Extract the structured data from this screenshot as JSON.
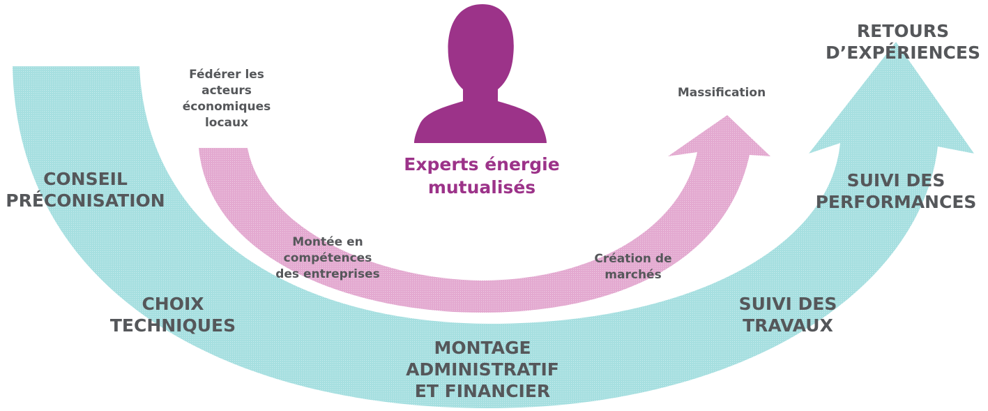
{
  "colors": {
    "outer_arrow": "#a6dfe0",
    "inner_arrow": "#e3a9d0",
    "person": "#9c3389",
    "text": "#55575a",
    "expert_text": "#9c3389"
  },
  "center": {
    "icon": "person-silhouette-icon",
    "title": "Experts énergie\nmutualisés"
  },
  "outer_arrow": {
    "labels": {
      "conseil": "CONSEIL\nPRÉCONISATION",
      "choix": "CHOIX\nTECHNIQUES",
      "montage": "MONTAGE\nADMINISTRATIF\nET FINANCIER",
      "suivi_travaux": "SUIVI DES\nTRAVAUX",
      "suivi_perf": "SUIVI DES\nPERFORMANCES",
      "retours": "RETOURS\nD’EXPÉRIENCES"
    }
  },
  "inner_arrow": {
    "labels": {
      "federer": "Fédérer les\nacteurs\néconomiques\nlocaux",
      "montee": "Montée en\ncompétences\ndes entreprises",
      "creation": "Création de\nmarchés",
      "massification": "Massification"
    }
  }
}
